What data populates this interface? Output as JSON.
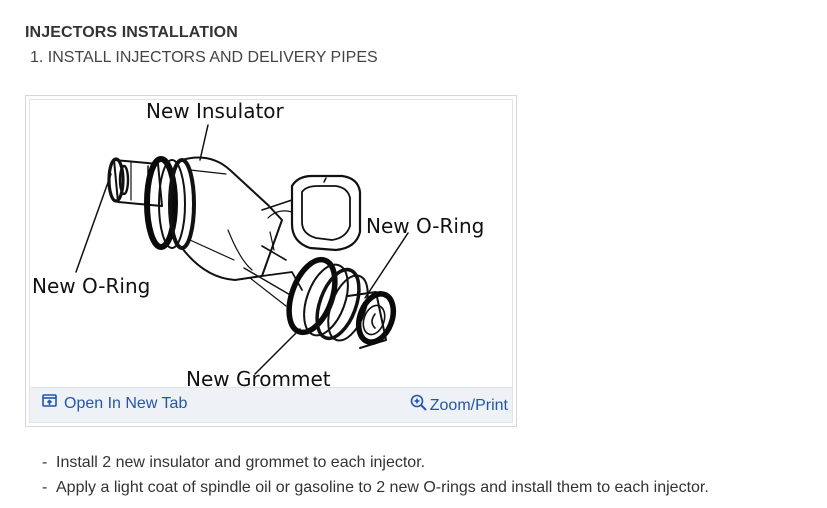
{
  "section": {
    "heading": "INJECTORS INSTALLATION",
    "step": "1. INSTALL INJECTORS AND DELIVERY PIPES"
  },
  "figure": {
    "labels": {
      "insulator": "New Insulator",
      "oring_right": "New O-Ring",
      "oring_left": "New O-Ring",
      "grommet": "New Grommet"
    },
    "open_tab": "Open In New Tab",
    "zoom_print": "Zoom/Print",
    "link_color": "#2456a6",
    "bar_color": "#eef1f6"
  },
  "instructions": [
    "Install 2 new insulator and grommet to each injector.",
    "Apply a light coat of spindle oil or gasoline to 2 new O-rings and install them to each injector."
  ],
  "bullet_marker": "-"
}
